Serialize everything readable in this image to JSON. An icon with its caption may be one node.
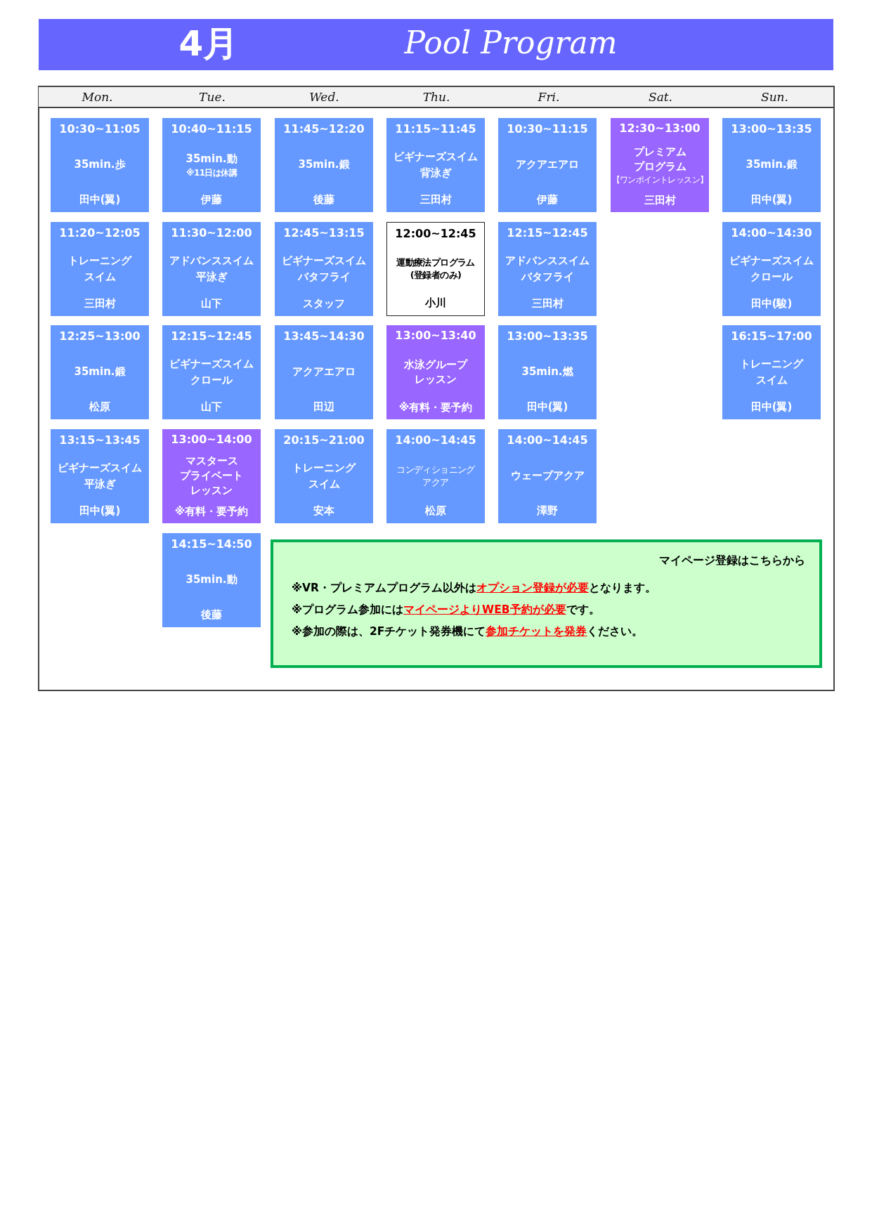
{
  "diagram": {
    "nodes": [
      {
        "text": [
          "4月",
          "Pool Program"
        ]
      },
      {
        "text": [
          "10:30~11:05",
          "35min.歩",
          "田中(翼)"
        ]
      },
      {
        "text": [
          "10:40~11:15",
          "35min.動",
          "※11日は休講",
          "伊藤"
        ]
      },
      {
        "text": [
          "11:45~12:20",
          "35min.鍛",
          "後藤"
        ]
      },
      {
        "text": [
          "11:15~11:45",
          "ビギナーズスイム背泳ぎ",
          "三田村"
        ]
      },
      {
        "text": [
          "10:30~11:15",
          "アクアエアロ",
          "伊藤"
        ]
      },
      {
        "text": [
          "12:30~13:00",
          "プレミアムプログラム",
          "【ワンポイントレッスン】",
          "三田村"
        ]
      },
      {
        "text": [
          "13:00~13:35",
          "35min.鍛",
          "田中(翼)"
        ]
      },
      {
        "text": [
          "11:20~12:05",
          "トレーニングスイム",
          "三田村"
        ]
      },
      {
        "text": [
          "11:30~12:00",
          "アドバンススイム平泳ぎ",
          "山下"
        ]
      },
      {
        "text": [
          "12:45~13:15",
          "ビギナーズスイムバタフライ",
          "スタッフ"
        ]
      },
      {
        "text": [
          "12:00~12:45",
          "運動療法プログラム(登録者のみ)",
          "小川"
        ]
      },
      {
        "text": [
          "12:15~12:45",
          "アドバンススイムバタフライ",
          "三田村"
        ]
      },
      {
        "text": [
          "14:00~14:30",
          "ビギナーズスイムクロール",
          "田中(駿)"
        ]
      },
      {
        "text": [
          "12:25~13:00",
          "35min.鍛",
          "松原"
        ]
      },
      {
        "text": [
          "12:15~12:45",
          "ビギナーズスイムクロール",
          "山下"
        ]
      },
      {
        "text": [
          "13:45~14:30",
          "アクアエアロ",
          "田辺"
        ]
      },
      {
        "text": [
          "13:00~13:40",
          "水泳グループレッスン",
          "※有料・要予約"
        ]
      },
      {
        "text": [
          "13:00~13:35",
          "35min.燃",
          "田中(翼)"
        ]
      },
      {
        "text": [
          "16:15~17:00",
          "トレーニングスイム",
          "田中(翼)"
        ]
      },
      {
        "text": [
          "13:15~13:45",
          "ビギナーズスイム平泳ぎ",
          "田中(翼)"
        ]
      },
      {
        "text": [
          "13:00~14:00",
          "マスタースプライベートレッスン",
          "※有料・要予約"
        ]
      },
      {
        "text": [
          "20:15~21:00",
          "トレーニングスイム",
          "安本"
        ]
      },
      {
        "text": [
          "14:00~14:45",
          "コンディショニングアクア",
          "松原"
        ]
      },
      {
        "text": [
          "14:00~14:45",
          "ウェーブアクア",
          "澤野"
        ]
      },
      {
        "text": [
          "14:15~14:50",
          "35min.動",
          "後藤"
        ]
      },
      {
        "text": [
          "マイページ登録はこちらから",
          "※VR・プレミアムプログラム以外は**オプション登録が必要**となります。",
          "※プログラム参加には**マイページよりWEB予約が必要**です。",
          "※参加の際は、2Fチケット発券機にて**参加チケットを発券**ください。"
        ]
      }
    ],
    "labels": [
      "Mon.",
      "Tue.",
      "Wed.",
      "Thu.",
      "Fri.",
      "Sat.",
      "Sun."
    ]
  }
}
